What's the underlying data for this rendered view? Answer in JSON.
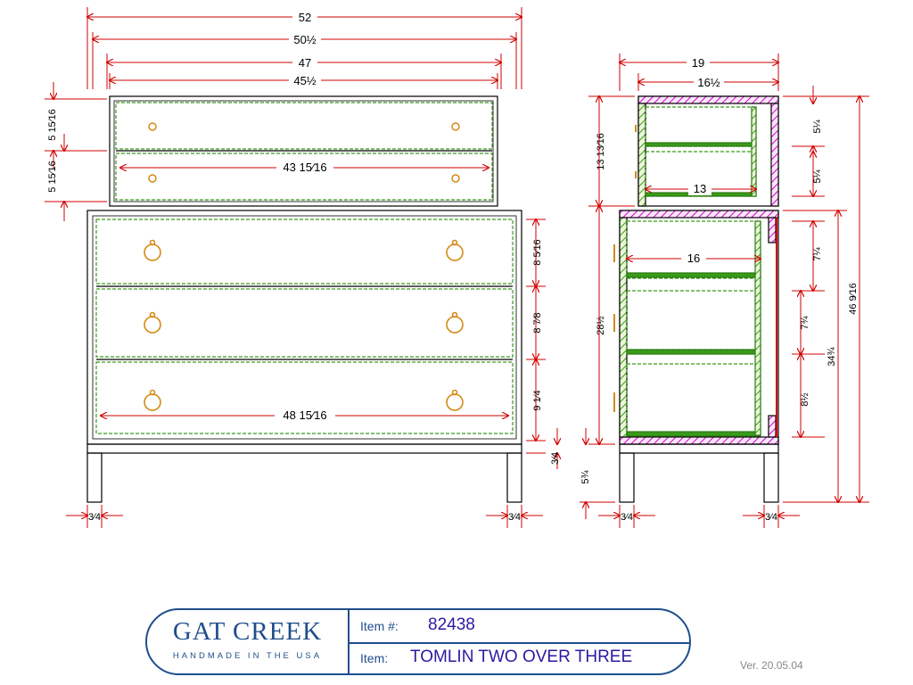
{
  "front_dims": {
    "w52": "52",
    "w50": "50½",
    "w47": "47",
    "w45": "45½",
    "d43": "43 15⁄16",
    "d48": "48 15⁄16",
    "h_top1": "5 15⁄16",
    "h_top2": "5 15⁄16",
    "h_d1": "8 5⁄16",
    "h_d2": "8 7⁄8",
    "h_d3": "9 1⁄4",
    "h_rail": "3⁄4",
    "leg_l": "3⁄4",
    "leg_r": "3⁄4"
  },
  "side_dims": {
    "w19": "19",
    "w16h": "16½",
    "d13": "13",
    "d16": "16",
    "h13": "13 13⁄16",
    "h28": "28½",
    "h5l": "5¾",
    "h34": "34¾",
    "h46": "46 9⁄16",
    "r54a": "5¼",
    "r54b": "5¼",
    "r74a": "7¼",
    "r74b": "7¾",
    "r82": "8½",
    "leg_l": "3⁄4",
    "leg_r": "3⁄4"
  },
  "title_block": {
    "brand": "GAT CREEK",
    "tagline": "HANDMADE IN THE USA",
    "item_no_label": "Item #:",
    "item_no": "82438",
    "item_label": "Item:",
    "item_name": "TOMLIN TWO OVER THREE"
  },
  "version": "Ver. 20.05.04"
}
